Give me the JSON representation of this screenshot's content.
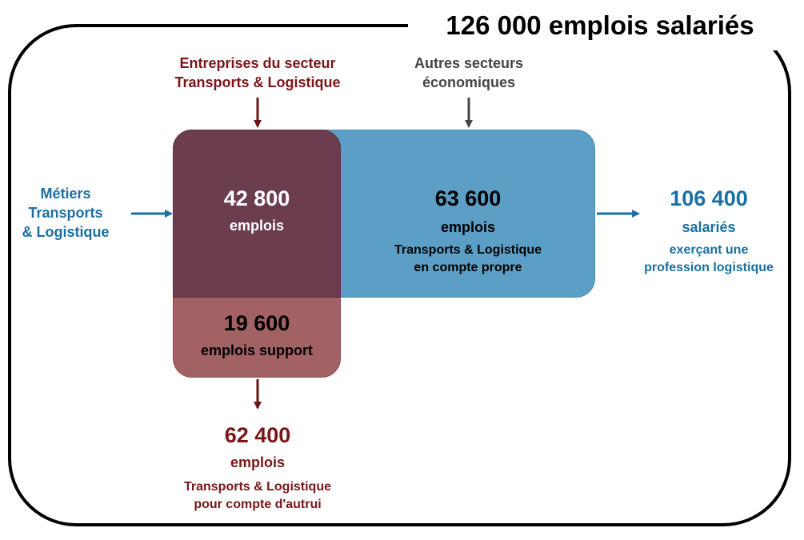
{
  "title": "126 000 emplois salariés",
  "top_left_label": [
    "Entreprises du secteur",
    "Transports & Logistique"
  ],
  "top_right_label": [
    "Autres secteurs",
    "économiques"
  ],
  "left_label": [
    "Métiers",
    "Transports",
    "& Logistique"
  ],
  "overlap": {
    "value": "42 800",
    "unit": "emplois"
  },
  "blue": {
    "value": "63 600",
    "unit": "emplois",
    "desc": [
      "Transports & Logistique",
      "en compte propre"
    ]
  },
  "support": {
    "value": "19 600",
    "unit": "emplois support"
  },
  "bottom": {
    "value": "62 400",
    "unit": "emplois",
    "desc": [
      "Transports & Logistique",
      "pour compte d'autrui"
    ]
  },
  "right": {
    "value": "106 400",
    "unit": "salariés",
    "desc": [
      "exerçant une",
      "profession logistique"
    ]
  },
  "colors": {
    "blue": "#1a6fa3",
    "dark_red": "#7a1518",
    "gray": "#444444",
    "box_blue": "#5b9ec6",
    "box_red": "#a26162",
    "box_overlap": "#6b3d4f"
  }
}
